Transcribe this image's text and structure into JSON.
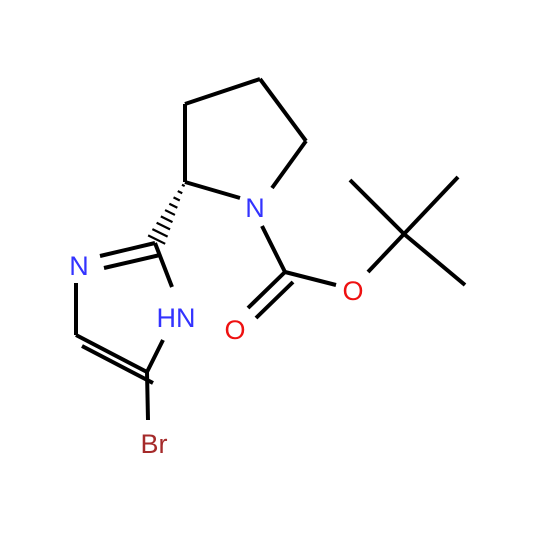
{
  "colors": {
    "bond": "#000000",
    "nitrogen": "#3333ff",
    "oxygen": "#ee1111",
    "bromine": "#a52a2a",
    "background": "#ffffff"
  },
  "atoms": {
    "ring_n": "N",
    "imidazole_n": "N",
    "imidazole_nh": "HN",
    "carbonyl_o": "O",
    "ester_o": "O",
    "bromine": "Br"
  }
}
